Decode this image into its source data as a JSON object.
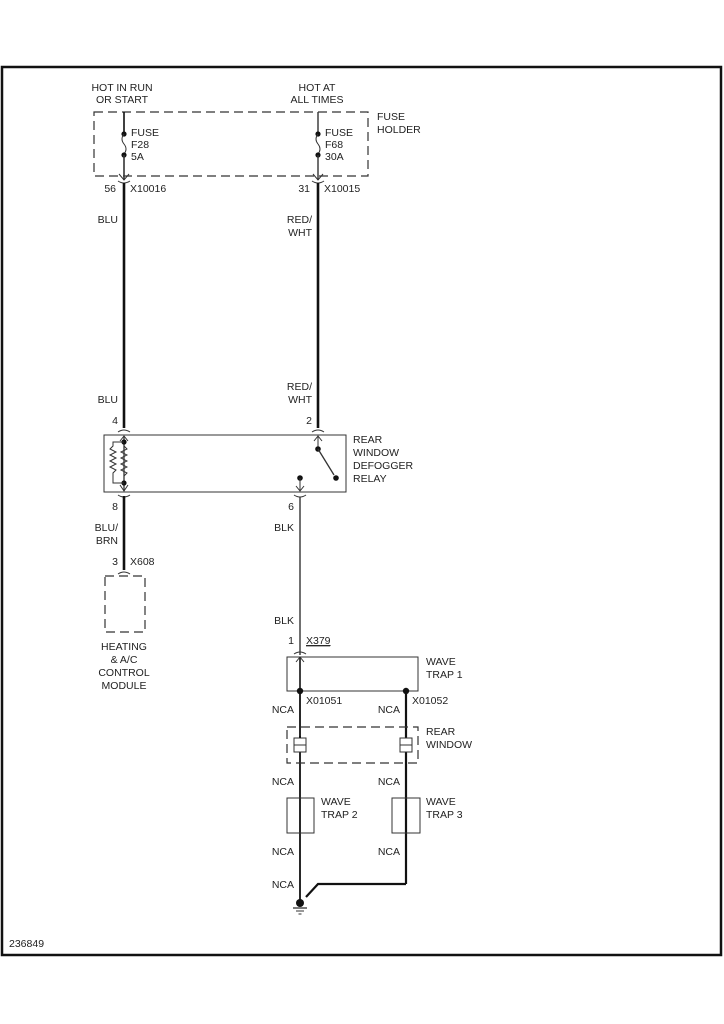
{
  "diagram_id": "236849",
  "sources": {
    "left": [
      "HOT IN RUN",
      "OR START"
    ],
    "right": [
      "HOT AT",
      "ALL TIMES"
    ]
  },
  "fuse_holder": {
    "label": [
      "FUSE",
      "HOLDER"
    ],
    "fuses": [
      {
        "lines": [
          "FUSE",
          "F28",
          "5A"
        ],
        "pin": "56",
        "connector": "X10016"
      },
      {
        "lines": [
          "FUSE",
          "F68",
          "30A"
        ],
        "pin": "31",
        "connector": "X10015"
      }
    ]
  },
  "wires": {
    "blu_upper": "BLU",
    "redwht_upper": [
      "RED/",
      "WHT"
    ],
    "blu_lower": "BLU",
    "redwht_lower": [
      "RED/",
      "WHT"
    ],
    "blubrn": [
      "BLU/",
      "BRN"
    ],
    "blk_upper": "BLK",
    "blk_lower": "BLK",
    "nca": "NCA"
  },
  "relay": {
    "label": [
      "REAR",
      "WINDOW",
      "DEFOGGER",
      "RELAY"
    ],
    "pins": {
      "coil_top": "4",
      "switch_top": "2",
      "coil_bottom": "8",
      "switch_bottom": "6"
    }
  },
  "hvac_module": {
    "pin": "3",
    "connector": "X608",
    "label": [
      "HEATING",
      "& A/C",
      "CONTROL",
      "MODULE"
    ]
  },
  "wave_trap_1": {
    "pin": "1",
    "connector": "X379",
    "label": [
      "WAVE",
      "TRAP 1"
    ],
    "outputs": [
      "X01051",
      "X01052"
    ]
  },
  "rear_window": {
    "label": [
      "REAR",
      "WINDOW"
    ]
  },
  "wave_trap_2": {
    "label": [
      "WAVE",
      "TRAP 2"
    ]
  },
  "wave_trap_3": {
    "label": [
      "WAVE",
      "TRAP 3"
    ]
  }
}
